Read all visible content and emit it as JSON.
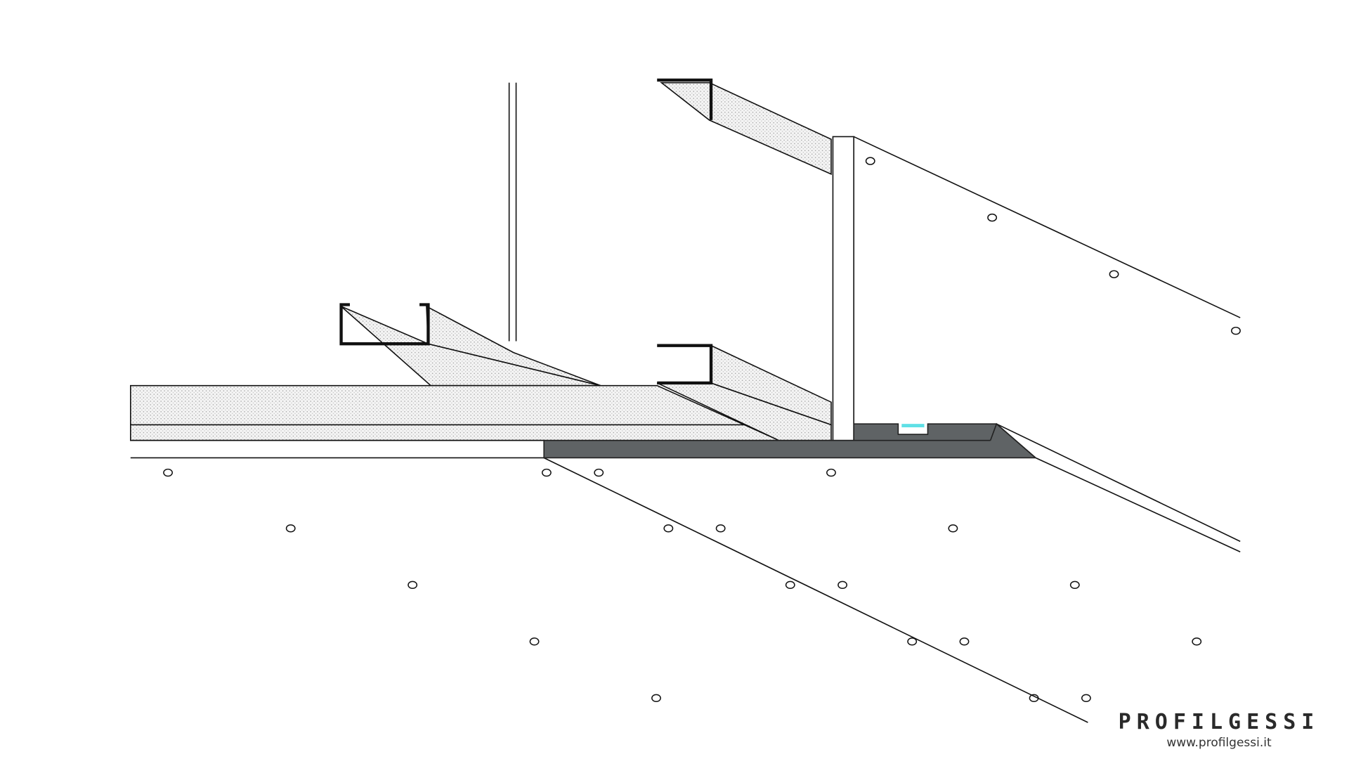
{
  "brand": {
    "name": "PROFILGESSI",
    "url": "www.profilgessi.it"
  },
  "colors": {
    "profile": "#5f6365",
    "led": "#5fe0e6",
    "line": "#111111",
    "hatch": "#cfcfcf"
  },
  "screw_holes": 23
}
